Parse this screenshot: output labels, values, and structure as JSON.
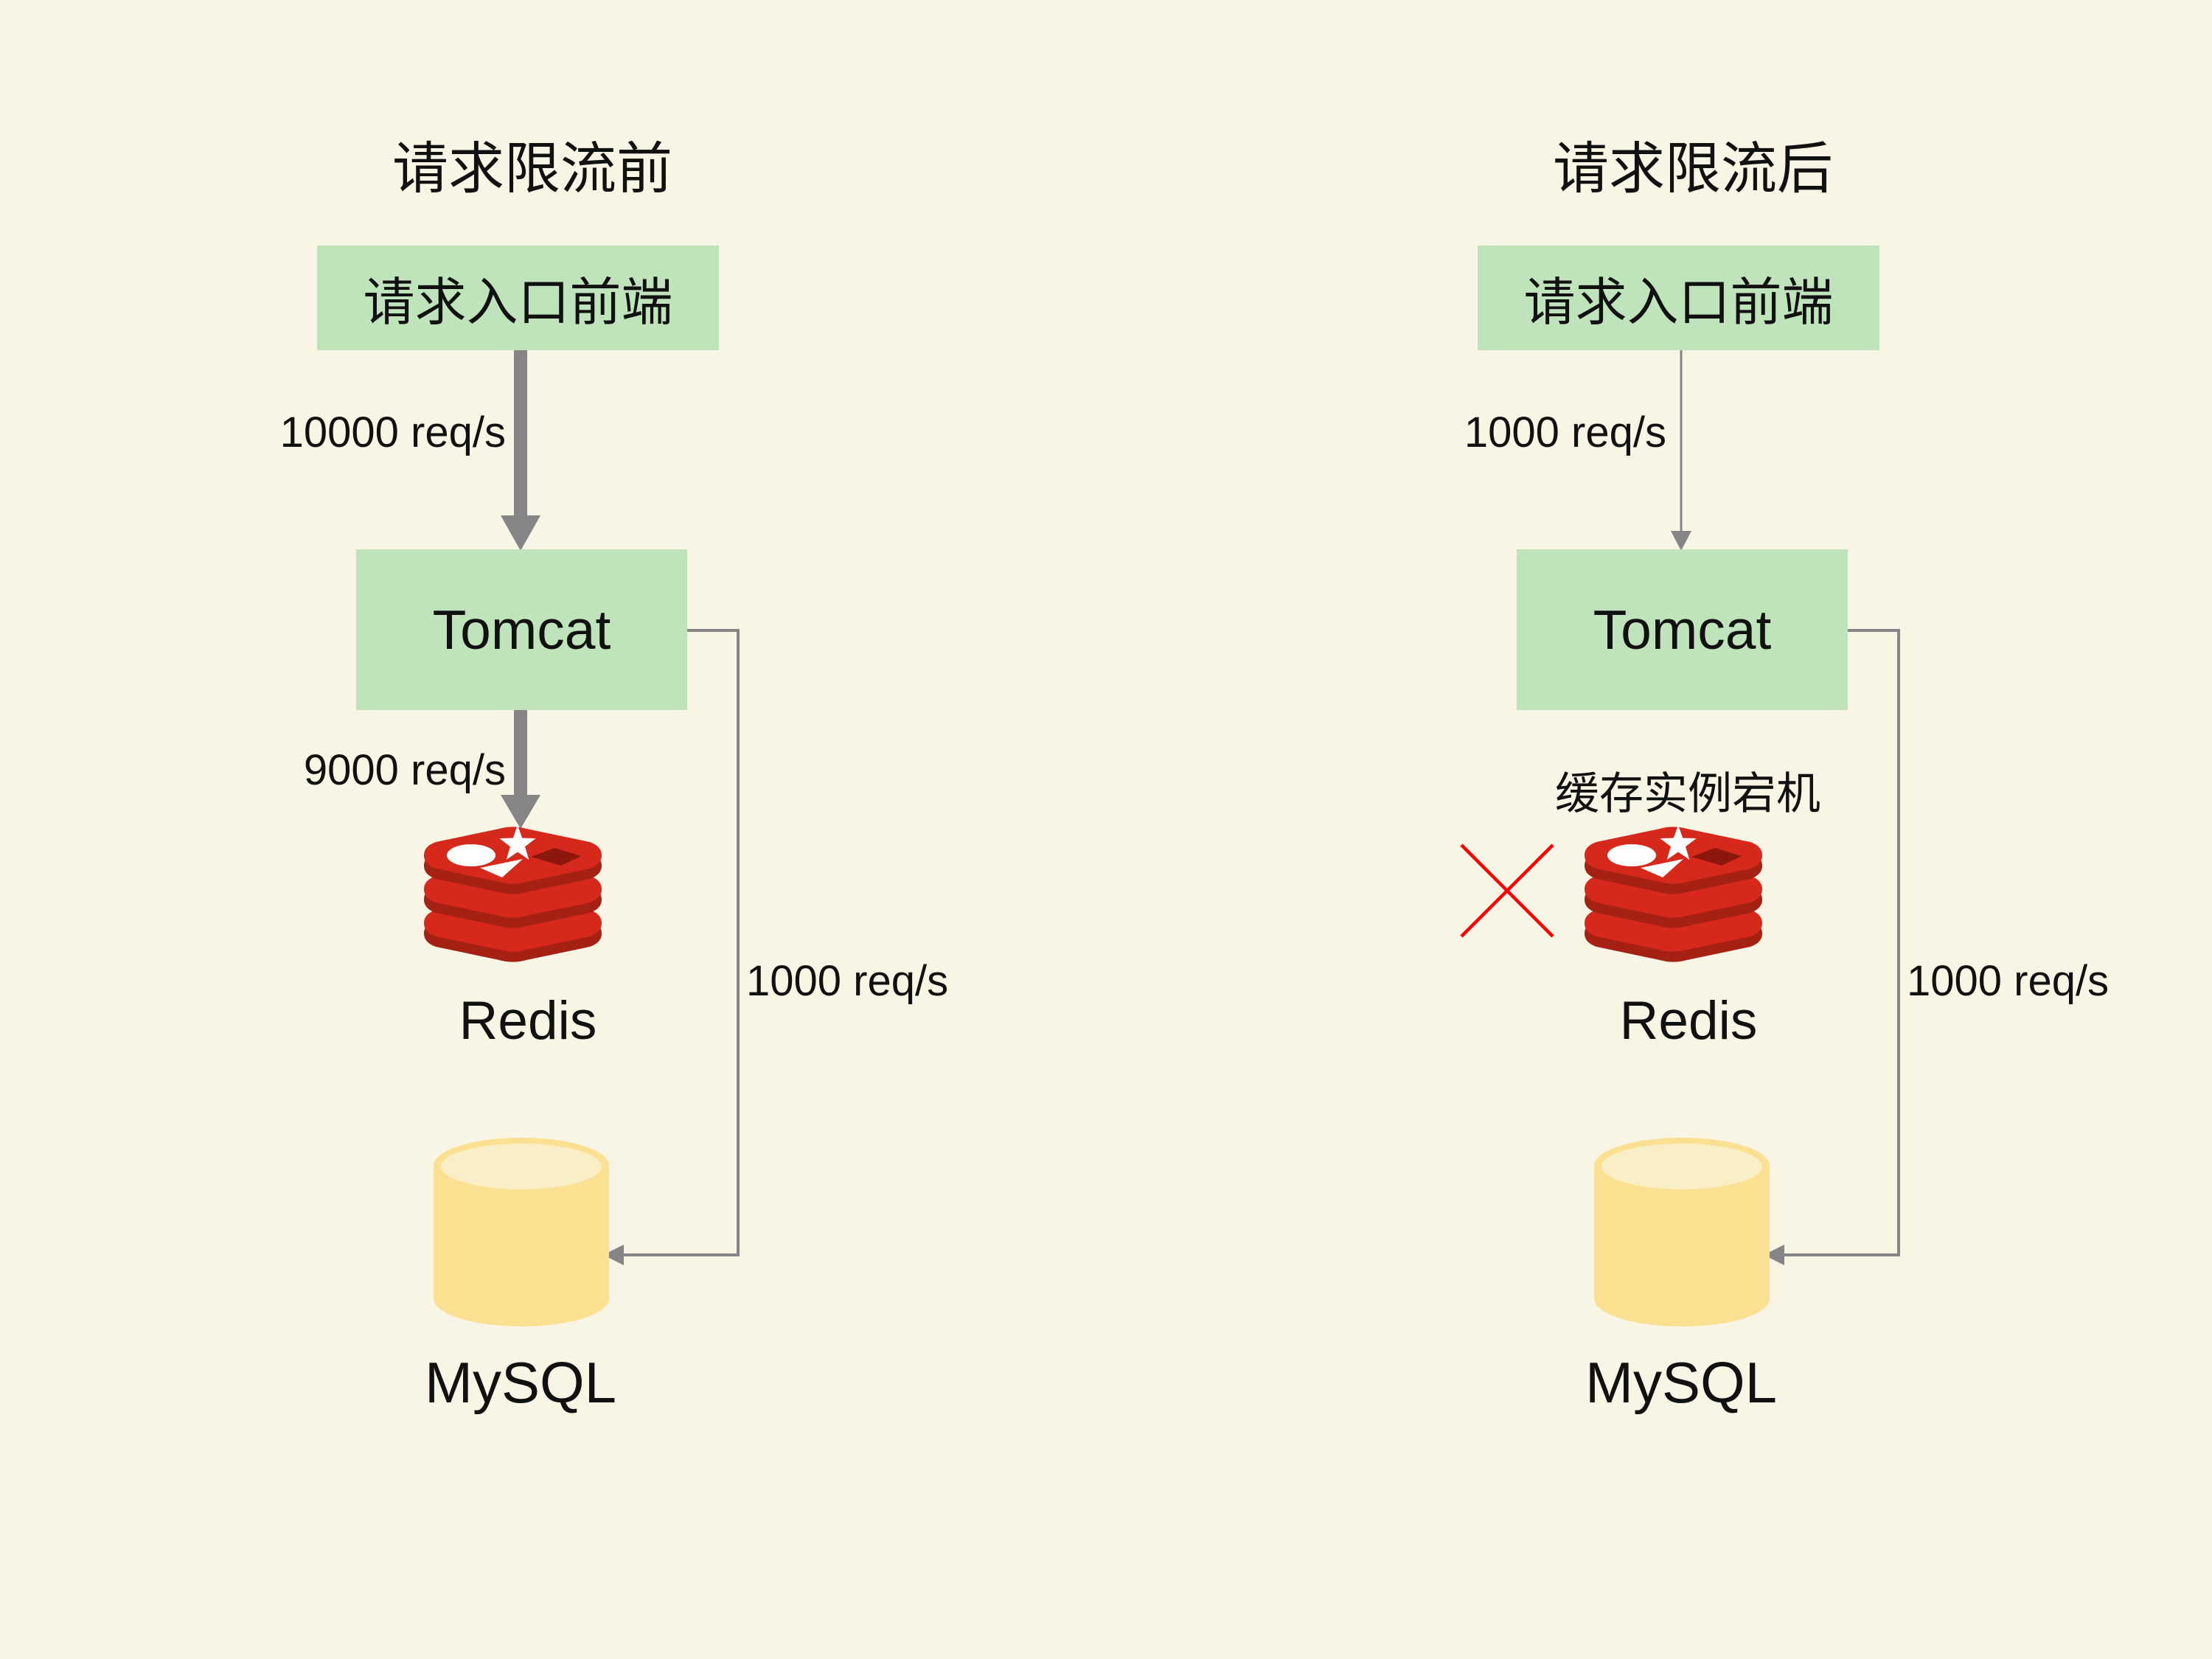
{
  "colors": {
    "background": "#F8F5E5",
    "box-green": "#BFE4BB",
    "arrow-gray": "#858585",
    "text-black": "#111111",
    "x-red": "#FF0000",
    "redis-red": "#D6291C",
    "redis-dark-red": "#A42113",
    "redis-notch": "#8C170D",
    "mysql-body-yellow": "#FBE092",
    "mysql-top-yellow": "#F9EFC6"
  },
  "before": {
    "title": "请求限流前",
    "entry_box_label": "请求入口前端",
    "entry_rate_label": "10000 req/s",
    "tomcat_label": "Tomcat",
    "redis_rate_label": "9000 req/s",
    "redis_label": "Redis",
    "mysql_label": "MySQL",
    "mysql_rate_label": "1000 req/s"
  },
  "after": {
    "title": "请求限流后",
    "entry_box_label": "请求入口前端",
    "entry_rate_label": "1000 req/s",
    "tomcat_label": "Tomcat",
    "cache_down_label": "缓存实例宕机",
    "redis_label": "Redis",
    "mysql_label": "MySQL",
    "mysql_rate_label": "1000 req/s"
  }
}
